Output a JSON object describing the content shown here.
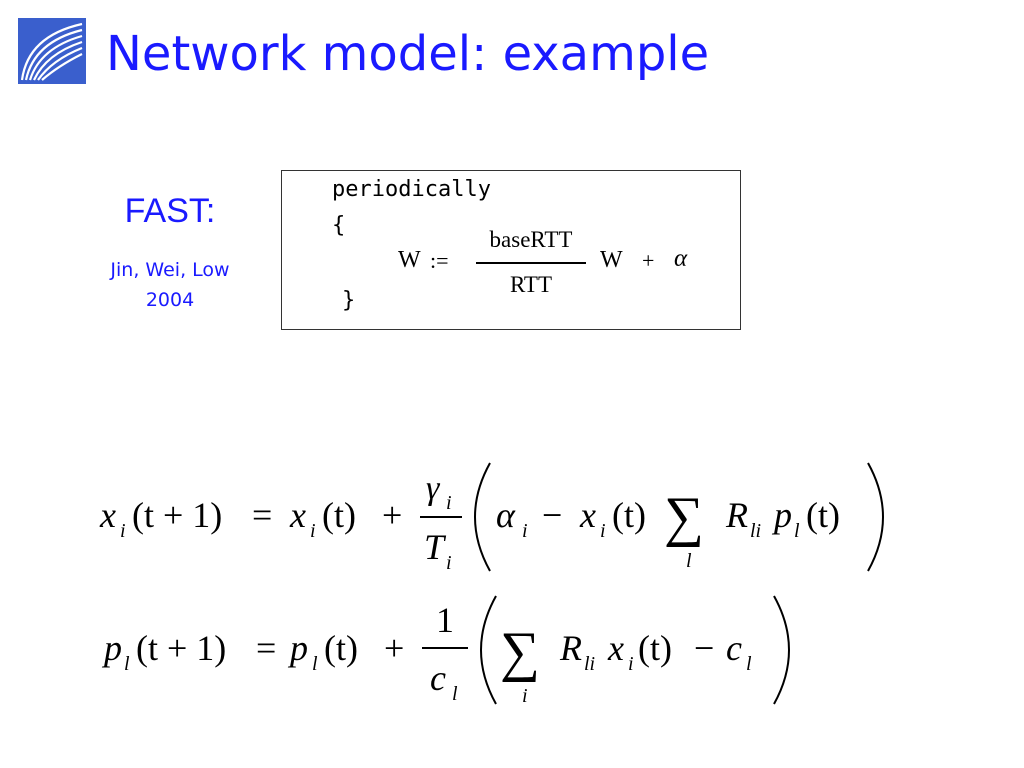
{
  "slide": {
    "title": "Network model: example",
    "colors": {
      "title": "#1a1aff",
      "logo": "#3355cc"
    },
    "logo_icon": "curved-lines-logo-icon"
  },
  "side": {
    "label": "FAST:",
    "citation_line1": "Jin, Wei, Low",
    "citation_line2": "2004"
  },
  "code": {
    "line1": "periodically",
    "open_brace": "{",
    "close_brace": "}",
    "lhs": "W",
    "assign": ":=",
    "numerator": "baseRTT",
    "denominator": "RTT",
    "factor": "W",
    "plus": "+",
    "alpha": "α"
  },
  "equations": {
    "eq1": {
      "lhs_var": "x",
      "lhs_sub": "i",
      "lhs_arg": "(t + 1)",
      "equals": "=",
      "rhs_var": "x",
      "rhs_sub": "i",
      "rhs_arg": "(t)",
      "plus": "+",
      "frac_num": "γ",
      "frac_num_sub": "i",
      "frac_den": "T",
      "frac_den_sub": "i",
      "inner_alpha": "α",
      "inner_alpha_sub": "i",
      "minus": "−",
      "inner_x": "x",
      "inner_x_sub": "i",
      "inner_x_arg": "(t)",
      "sum": "∑",
      "sum_index": "l",
      "r": "R",
      "r_sub": "li",
      "p": "p",
      "p_sub": "l",
      "p_arg": "(t)"
    },
    "eq2": {
      "lhs_var": "p",
      "lhs_sub": "l",
      "lhs_arg": "(t + 1)",
      "equals": "=",
      "rhs_var": "p",
      "rhs_sub": "l",
      "rhs_arg": "(t)",
      "plus": "+",
      "frac_num": "1",
      "frac_den": "c",
      "frac_den_sub": "l",
      "sum": "∑",
      "sum_index": "i",
      "r": "R",
      "r_sub": "li",
      "x": "x",
      "x_sub": "i",
      "x_arg": "(t)",
      "minus": "−",
      "c": "c",
      "c_sub": "l"
    }
  }
}
